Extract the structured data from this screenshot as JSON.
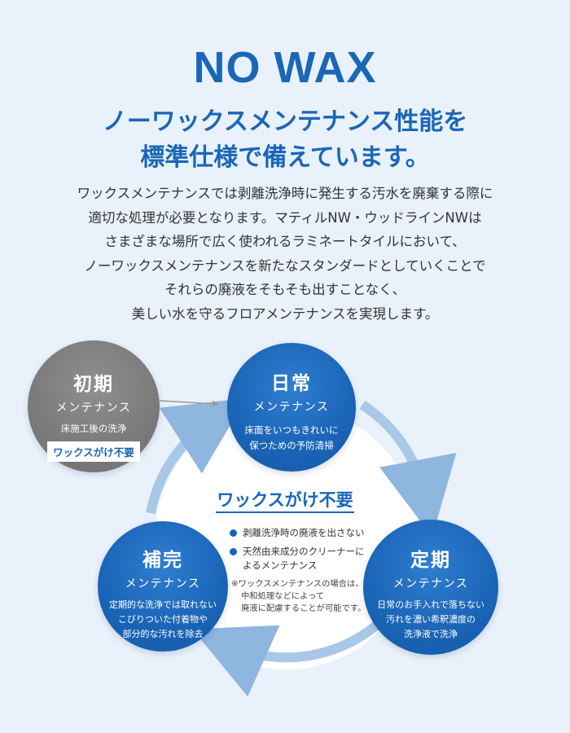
{
  "header": {
    "title": "NO WAX",
    "subtitle_lines": [
      "ノーワックスメンテナンス性能を",
      "標準仕様で備えています。"
    ]
  },
  "description_lines": [
    "ワックスメンテナンスでは剥離洗浄時に発生する汚水を廃棄する際に",
    "適切な処理が必要となります。マティルNW・ウッドラインNWは",
    "さまざまな場所で広く使われるラミネートタイルにおいて、",
    "ノーワックスメンテナンスを新たなスタンダードとしていくことで",
    "それらの廃液をそもそも出すことなく、",
    "美しい水を守るフロアメンテナンスを実現します。"
  ],
  "cycle": {
    "initial": {
      "name": "初期",
      "sub": "メンテナンス",
      "desc": "床施工後の洗浄",
      "badge": "ワックスがけ不要"
    },
    "daily": {
      "name": "日常",
      "sub": "メンテナンス",
      "desc_lines": [
        "床面をいつもきれいに",
        "保つための予防清掃"
      ]
    },
    "periodic": {
      "name": "定期",
      "sub": "メンテナンス",
      "desc_lines": [
        "日常のお手入れで落ちない",
        "汚れを濃い希釈濃度の",
        "洗浄液で洗浄"
      ]
    },
    "supplementary": {
      "name": "補完",
      "sub": "メンテナンス",
      "desc_lines": [
        "定期的な洗浄では取れない",
        "こびりついた付着物や",
        "部分的な汚れを除去"
      ]
    },
    "center": {
      "title": "ワックスがけ不要",
      "bullets": [
        {
          "lines": [
            "剥離洗浄時の廃液を出さない"
          ]
        },
        {
          "lines": [
            "天然由来成分のクリーナーに",
            "よるメンテナンス"
          ]
        }
      ],
      "note_lines": [
        "※ワックスメンテナンスの場合は、",
        "中和処理などによって",
        "廃液に配慮することが可能です。"
      ]
    }
  },
  "colors": {
    "brand_blue": "#1a67b8",
    "circle_blue": "#1a64b6",
    "circle_gray": "#7a7a7a",
    "background": "#e9f1fa",
    "ring": "#a9c8e8"
  }
}
